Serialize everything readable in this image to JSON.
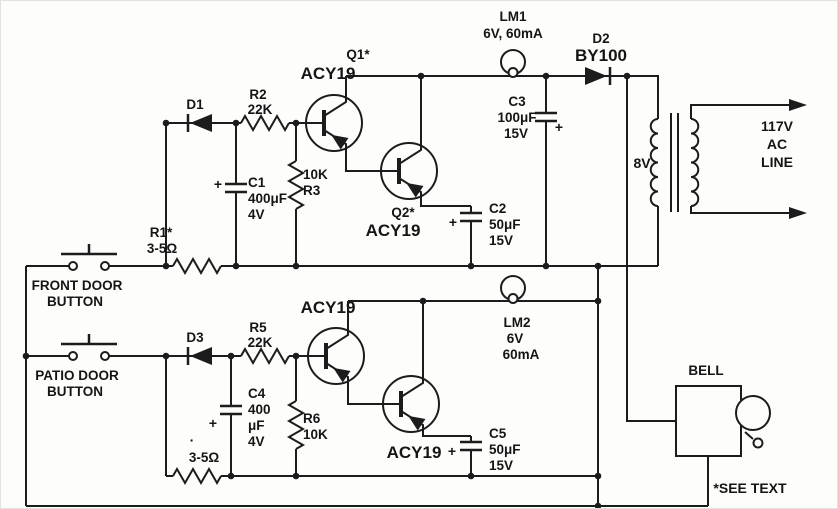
{
  "diagram": {
    "note": "*SEE TEXT",
    "transistors": {
      "q1": {
        "ref": "Q1*",
        "part": "ACY19"
      },
      "q2": {
        "ref": "Q2*",
        "part": "ACY19"
      },
      "q3": {
        "part": "ACY19"
      },
      "q4": {
        "part": "ACY19"
      }
    },
    "diodes": {
      "d1": {
        "ref": "D1"
      },
      "d2": {
        "ref": "D2",
        "part": "BY100"
      },
      "d3": {
        "ref": "D3"
      }
    },
    "resistors": {
      "r1": {
        "ref": "R1*",
        "value": "3-5Ω"
      },
      "r2": {
        "ref": "R2",
        "value": "22K"
      },
      "r3": {
        "value": "10K",
        "ref": "R3"
      },
      "r4": {
        "mark": "·",
        "value": "3-5Ω"
      },
      "r5": {
        "ref": "R5",
        "value": "22K"
      },
      "r6": {
        "ref": "R6",
        "value": "10K"
      }
    },
    "capacitors": {
      "c1": {
        "ref": "C1",
        "value": "400μF",
        "rating": "4V",
        "plus": "+"
      },
      "c2": {
        "ref": "C2",
        "value": "50μF",
        "rating": "15V",
        "plus": "+"
      },
      "c3": {
        "ref": "C3",
        "value": "100μF",
        "rating": "15V",
        "plus": "+"
      },
      "c4": {
        "ref": "C4",
        "value": "400",
        "unit": "μF",
        "rating": "4V",
        "plus": "+"
      },
      "c5": {
        "ref": "C5",
        "value": "50μF",
        "rating": "15V",
        "plus": "+"
      }
    },
    "lamps": {
      "lm1": {
        "ref": "LM1",
        "rating": "6V, 60mA"
      },
      "lm2": {
        "ref": "LM2",
        "volts": "6V",
        "current": "60mA"
      }
    },
    "transformer": {
      "secondary": "8V"
    },
    "ac_line": {
      "line1": "117V",
      "line2": "AC",
      "line3": "LINE"
    },
    "bell": {
      "label": "BELL"
    },
    "buttons": {
      "front": {
        "line1": "FRONT DOOR",
        "line2": "BUTTON"
      },
      "patio": {
        "line1": "PATIO DOOR",
        "line2": "BUTTON"
      }
    }
  }
}
